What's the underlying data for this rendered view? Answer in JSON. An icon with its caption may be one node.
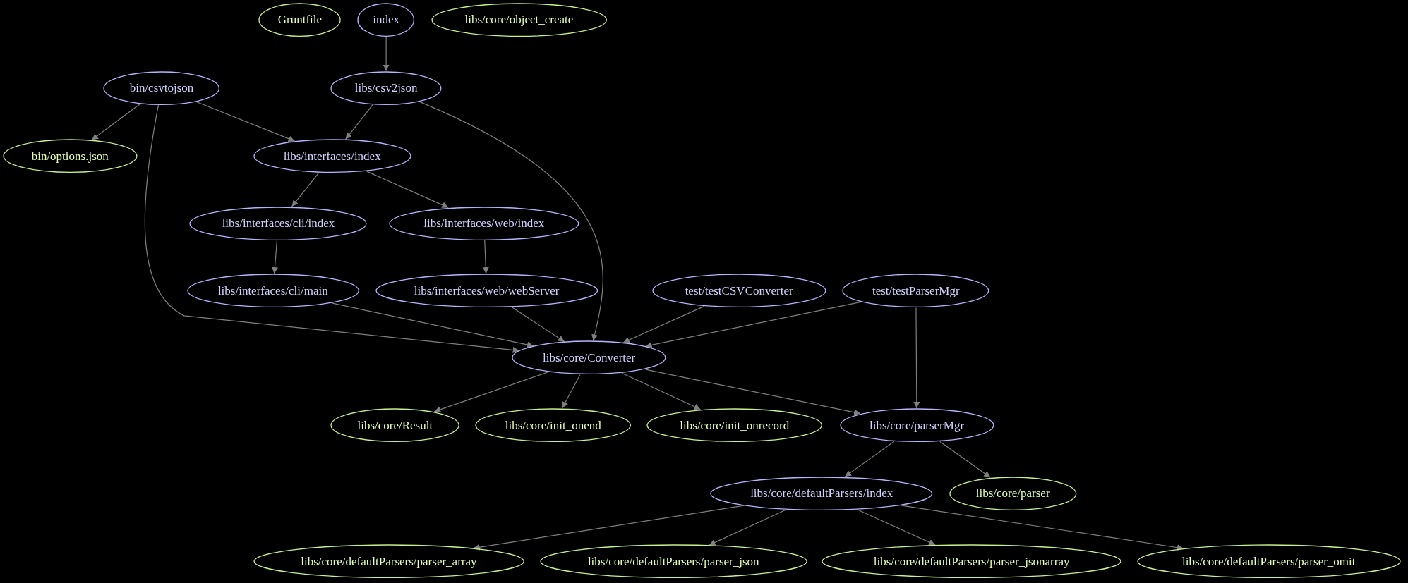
{
  "diagram": {
    "nodes": [
      {
        "text": [
          "Gruntfile"
        ]
      },
      {
        "text": [
          "index"
        ]
      },
      {
        "text": [
          "libs/core/object_create"
        ]
      },
      {
        "text": [
          "bin/csvtojson"
        ]
      },
      {
        "text": [
          "libs/csv2json"
        ]
      },
      {
        "text": [
          "bin/options.json"
        ]
      },
      {
        "text": [
          "libs/interfaces/index"
        ]
      },
      {
        "text": [
          "libs/interfaces/cli/index"
        ]
      },
      {
        "text": [
          "libs/interfaces/web/index"
        ]
      },
      {
        "text": [
          "libs/interfaces/cli/main"
        ]
      },
      {
        "text": [
          "libs/interfaces/web/webServer"
        ]
      },
      {
        "text": [
          "test/testCSVConverter"
        ]
      },
      {
        "text": [
          "test/testParserMgr"
        ]
      },
      {
        "text": [
          "libs/core/Converter"
        ]
      },
      {
        "text": [
          "libs/core/Result"
        ]
      },
      {
        "text": [
          "libs/core/init_onend"
        ]
      },
      {
        "text": [
          "libs/core/init_onrecord"
        ]
      },
      {
        "text": [
          "libs/core/parserMgr"
        ]
      },
      {
        "text": [
          "libs/core/defaultParsers/index"
        ]
      },
      {
        "text": [
          "libs/core/parser"
        ]
      },
      {
        "text": [
          "libs/core/defaultParsers/parser_array"
        ]
      },
      {
        "text": [
          "libs/core/defaultParsers/parser_json"
        ]
      },
      {
        "text": [
          "libs/core/defaultParsers/parser_jsonarray"
        ]
      },
      {
        "text": [
          "libs/core/defaultParsers/parser_omit"
        ]
      }
    ],
    "edges": [
      {
        "from": 1,
        "to": 4,
        "arrow": "to"
      },
      {
        "from": 3,
        "to": 5,
        "arrow": "to"
      },
      {
        "from": 3,
        "to": 6,
        "arrow": "to"
      },
      {
        "from": 3,
        "to": 13,
        "arrow": "to"
      },
      {
        "from": 4,
        "to": 6,
        "arrow": "to"
      },
      {
        "from": 4,
        "to": 13,
        "arrow": "to"
      },
      {
        "from": 6,
        "to": 7,
        "arrow": "to"
      },
      {
        "from": 6,
        "to": 8,
        "arrow": "to"
      },
      {
        "from": 7,
        "to": 9,
        "arrow": "to"
      },
      {
        "from": 8,
        "to": 10,
        "arrow": "to"
      },
      {
        "from": 9,
        "to": 13,
        "arrow": "to"
      },
      {
        "from": 10,
        "to": 13,
        "arrow": "to"
      },
      {
        "from": 11,
        "to": 13,
        "arrow": "to"
      },
      {
        "from": 12,
        "to": 13,
        "arrow": "to"
      },
      {
        "from": 12,
        "to": 17,
        "arrow": "to"
      },
      {
        "from": 13,
        "to": 14,
        "arrow": "to"
      },
      {
        "from": 13,
        "to": 15,
        "arrow": "to"
      },
      {
        "from": 13,
        "to": 16,
        "arrow": "to"
      },
      {
        "from": 13,
        "to": 17,
        "arrow": "to"
      },
      {
        "from": 17,
        "to": 18,
        "arrow": "to"
      },
      {
        "from": 17,
        "to": 19,
        "arrow": "to"
      },
      {
        "from": 18,
        "to": 20,
        "arrow": "to"
      },
      {
        "from": 18,
        "to": 21,
        "arrow": "to"
      },
      {
        "from": 18,
        "to": 22,
        "arrow": "to"
      },
      {
        "from": 18,
        "to": 23,
        "arrow": "to"
      }
    ]
  }
}
